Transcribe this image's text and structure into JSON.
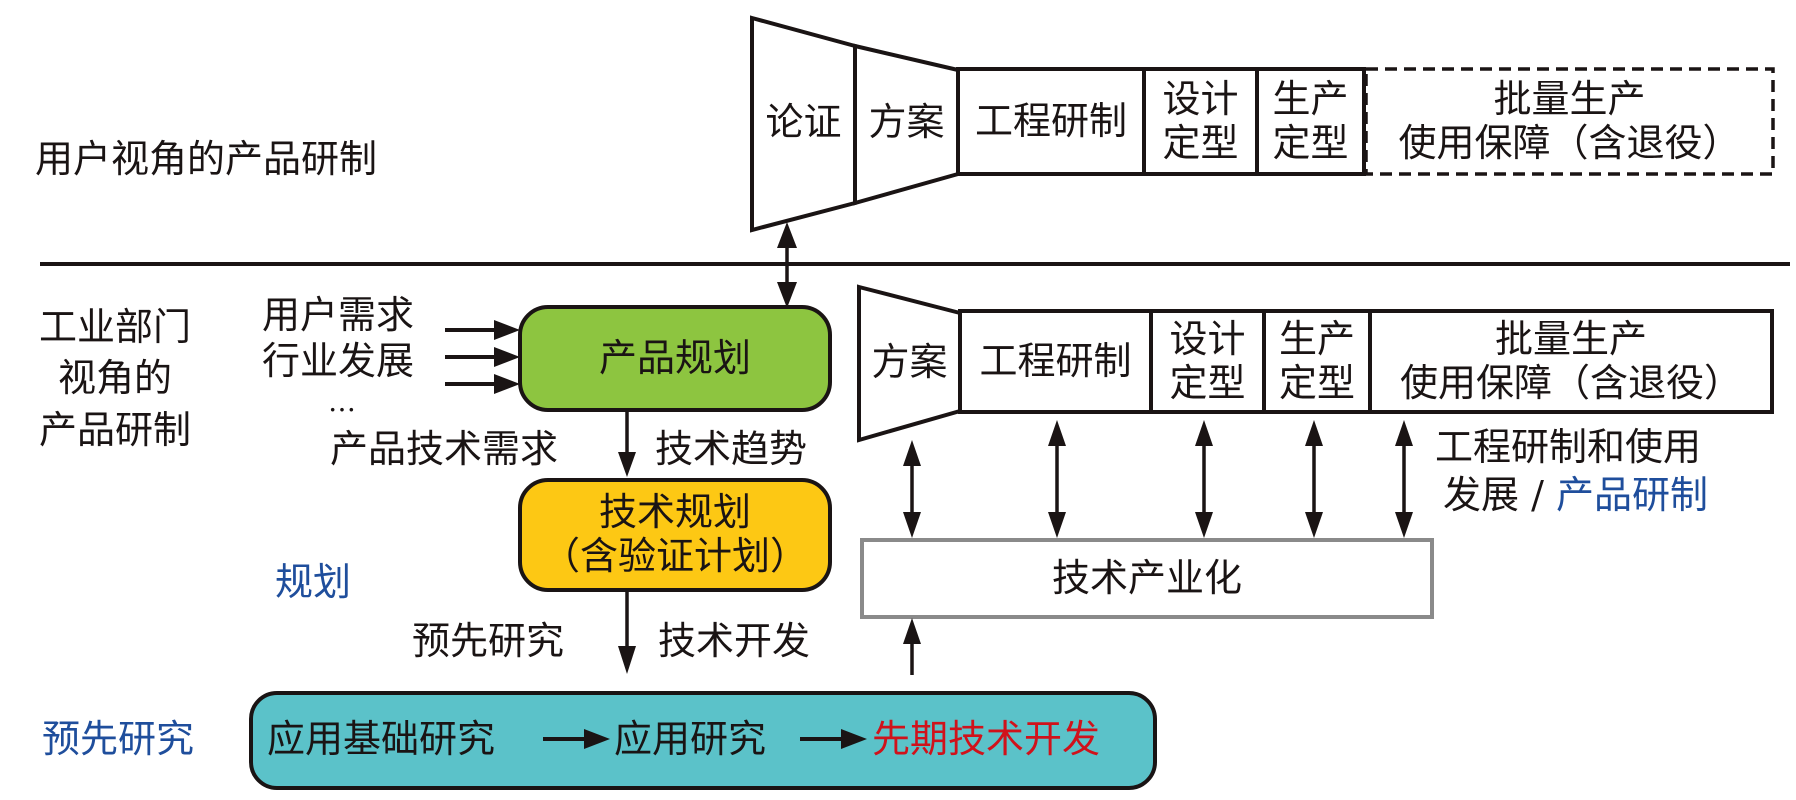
{
  "user_perspective": {
    "label": "用户视角的产品研制",
    "stages": [
      {
        "line1": "论证",
        "line2": ""
      },
      {
        "line1": "方案",
        "line2": ""
      },
      {
        "line1": "工程研制",
        "line2": ""
      },
      {
        "line1": "设计",
        "line2": "定型"
      },
      {
        "line1": "生产",
        "line2": "定型"
      },
      {
        "line1": "批量生产",
        "line2": "使用保障（含退役）",
        "style": "dashed"
      }
    ]
  },
  "industry_perspective": {
    "label_lines": [
      "工业部门",
      "视角的",
      "产品研制"
    ],
    "inputs": [
      "用户需求",
      "行业发展",
      "…"
    ],
    "product_planning": "产品规划",
    "product_tech_demand": "产品技术需求",
    "tech_trend": "技术趋势",
    "tech_planning": {
      "line1": "技术规划",
      "line2": "（含验证计划）"
    },
    "planning_label": "规划",
    "pre_research_flow_label": "预先研究",
    "tech_development_label": "技术开发",
    "stages": [
      {
        "line1": "方案",
        "line2": ""
      },
      {
        "line1": "工程研制",
        "line2": ""
      },
      {
        "line1": "设计",
        "line2": "定型"
      },
      {
        "line1": "生产",
        "line2": "定型"
      },
      {
        "line1": "批量生产",
        "line2": "使用保障（含退役）"
      }
    ],
    "engineering_note": {
      "line1": "工程研制和使用",
      "line2_black": "发展 / ",
      "line2_blue": "产品研制"
    },
    "tech_industrialization": "技术产业化"
  },
  "pre_research": {
    "label": "预先研究",
    "steps": [
      "应用基础研究",
      "应用研究",
      "先期技术开发"
    ]
  },
  "colors": {
    "product_planning_fill": "#8dc540",
    "tech_planning_fill": "#fdc814",
    "pre_research_fill": "#5bc2c9",
    "label_blue": "#1f4e9c",
    "highlight_red": "#d0121b",
    "industrialization_border": "#8a8a8a",
    "line": "#1a1414"
  }
}
